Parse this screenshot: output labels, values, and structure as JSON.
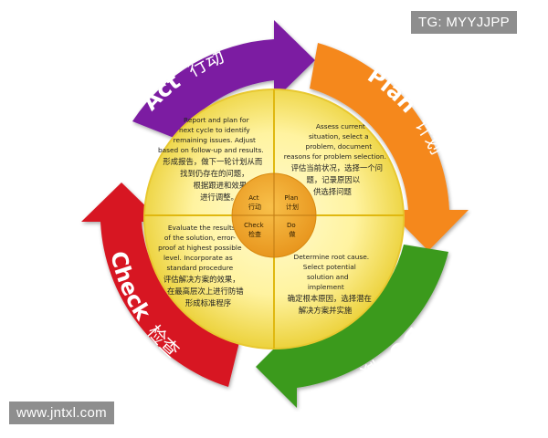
{
  "watermarks": {
    "top_right": "TG: MYYJJPP",
    "bottom_left": "www.jntxl.com"
  },
  "arrows": {
    "act": {
      "label": "Act",
      "cn": "行动",
      "color": "#7b1fa2"
    },
    "plan": {
      "label": "Plan",
      "cn": "计划",
      "color": "#f5881f"
    },
    "do": {
      "label": "Do",
      "cn": "做",
      "color": "#3a9a1e"
    },
    "check": {
      "label": "Check",
      "cn": "检查",
      "color": "#d71920"
    }
  },
  "quadrants": {
    "act": [
      "Report and plan for",
      "next cycle to identify",
      "remaining issues. Adjust",
      "based on follow-up and results.",
      "形成报告，做下一轮计划从而",
      "找到仍存在的问题，",
      "根据跟进和效果",
      "进行调整。"
    ],
    "plan": [
      "Assess current",
      "situation, select a",
      "problem, document",
      "reasons for problem selection.",
      "评估当前状况，选择一个问",
      "题，记录原因以",
      "供选择问题"
    ],
    "check": [
      "Evaluate the results",
      "of the solution, error-",
      "proof at highest possible",
      "level. Incorporate as",
      "standard procedure",
      "评估解决方案的效果，",
      "在最高层次上进行防错",
      "形成标准程序"
    ],
    "do": [
      "Determine root cause.",
      "Select potential",
      "solution and",
      "implement",
      "确定根本原因，选择潜在",
      "解决方案并实施"
    ]
  },
  "center": {
    "act": [
      "Act",
      "行动"
    ],
    "plan": [
      "Plan",
      "计划"
    ],
    "check": [
      "Check",
      "检查"
    ],
    "do": [
      "Do",
      "做"
    ]
  },
  "colors": {
    "disc_center": "#fff8b8",
    "disc_edge": "#ecd23c",
    "hub": "#f0a428",
    "divider": "#e0b810"
  }
}
